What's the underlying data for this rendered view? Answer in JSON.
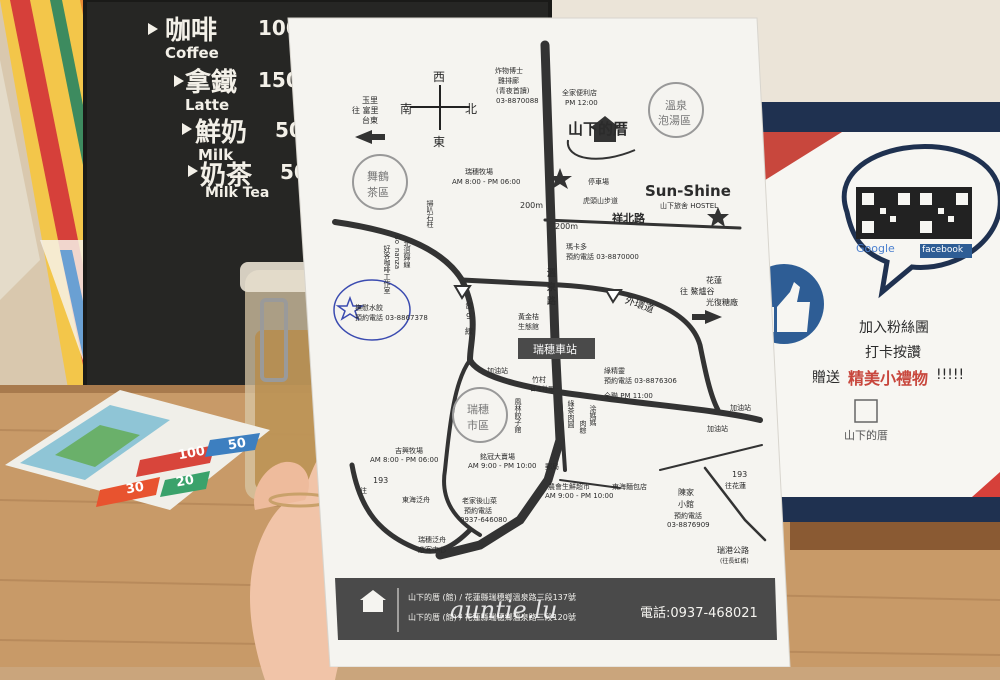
{
  "chalkboard": {
    "items": [
      {
        "zh": "咖啡",
        "en": "Coffee",
        "price": "100"
      },
      {
        "zh": "拿鐵",
        "en": "Latte",
        "price": "150"
      },
      {
        "zh": "鮮奶",
        "en": "Milk",
        "price": "50"
      },
      {
        "zh": "奶茶",
        "en": "Milk Tea",
        "price": "50"
      }
    ]
  },
  "map": {
    "compass": {
      "north": "北",
      "south": "南",
      "east": "東",
      "west": "西"
    },
    "brand_cn": "山下的厝",
    "brand_en": "Sun-Shine",
    "brand_sub": "山下旅舍 HOSTEL",
    "areas": {
      "hotspring": [
        "溫泉",
        "泡湯區"
      ],
      "tea": [
        "舞鶴",
        "茶區"
      ],
      "city": [
        "瑞穗",
        "市區"
      ]
    },
    "directions": {
      "west_to": [
        "玉里",
        "往 富里",
        "台東"
      ],
      "east_to": [
        "花蓮",
        "往 鰲爐谷",
        "光復糖廠"
      ],
      "east_to_2": [
        "193",
        "往花蓮"
      ],
      "west_193": [
        "193",
        "往"
      ]
    },
    "roads": {
      "hwy9": [
        "台",
        "9",
        "線"
      ],
      "tianbei": [
        "溫",
        "泉",
        "路"
      ],
      "waihuan": "外環道",
      "xiangbei": "祥北路",
      "ruigang": [
        "瑞港公路",
        "(往長虹橋)"
      ]
    },
    "distances": {
      "d1": "200m",
      "d2": "200m"
    },
    "places": {
      "shop_lab": [
        "炸物博士",
        "雞排廊",
        "(青夜首讀)",
        "03-8870088"
      ],
      "familymart": [
        "全家便利店",
        "PM 12:00"
      ],
      "farm": [
        "瑞穗牧場",
        "AM 8:00 - PM 06:00"
      ],
      "parking": "停車場",
      "trail": "虎頭山步道",
      "ruisui_jiao": [
        "掃叭石柱",
        "北迴歸線"
      ],
      "bonanza": [
        "Bo",
        "nanza",
        "好客咖啡工作室"
      ],
      "mawei": [
        "瑪卡多",
        "預約電話 03-8870000"
      ],
      "goldmall": [
        "黃金桔",
        "生態館"
      ],
      "station": "瑞穗車站",
      "tofu": [
        "綠精靈",
        "預約電話 03-8876306"
      ],
      "zhuchun": [
        "竹村",
        "日本料理"
      ],
      "tuanjia": "風林餃子館",
      "hotel_store": [
        "全聯 PM 11:00"
      ],
      "tea_shop": [
        "綠茶肉圓"
      ],
      "ruisui_pork": [
        "涂媽媽",
        "肉粽"
      ],
      "jiaya": [
        "加油站"
      ],
      "jiaya2": [
        "加油站"
      ],
      "jiaya3": [
        "加油站"
      ],
      "waterfall": [
        "撫慰水餃",
        "預約電話 03-8867378"
      ],
      "yuxin": [
        "吉興牧場",
        "AM 8:00 - PM 06:00"
      ],
      "jinguang": [
        "銘冠大賣場",
        "AM 9:00 - PM 10:00"
      ],
      "postoffice": "郵局",
      "nonghui": [
        "農會生鮮超市",
        "AM 9:00 - PM 10:00"
      ],
      "donghai_bao": "東海麵包店",
      "laojia": [
        "老家後山菜",
        "預約電話",
        "0937-646080"
      ],
      "donghai_rafting": "東海泛舟",
      "rafting_center": [
        "瑞穗泛舟",
        "遊客中心"
      ],
      "chenjia": [
        "陳家",
        "小館",
        "預約電話",
        "03-8876909"
      ]
    },
    "footer": {
      "line1": "山下的厝 (館) / 花蓮縣瑞穗鄉溫泉路三段137號",
      "line2": "山下的厝 (館) / 花蓮縣瑞穗鄉溫泉路三段120號",
      "phone": "電話:0937-468021",
      "watermark": "auntie.lu"
    }
  },
  "sign": {
    "qr_labels": [
      "Google",
      "facebook"
    ],
    "line1": "加入粉絲團",
    "line2": "打卡按讚",
    "line3_a": "贈送",
    "line3_b": "精美小禮物",
    "line3_c": "!!!!!",
    "logo_text": "山下的厝"
  },
  "flyer": {
    "prices": [
      "100",
      "50",
      "30",
      "20"
    ]
  },
  "colors": {
    "table_wood": "#c89a68",
    "chalkboard": "#262624",
    "paper": "#f5f4f0",
    "ink": "#2b2b2b",
    "sign_red": "#c8473d",
    "sign_blue": "#2e5d95",
    "sign_border": "#1f3150"
  }
}
